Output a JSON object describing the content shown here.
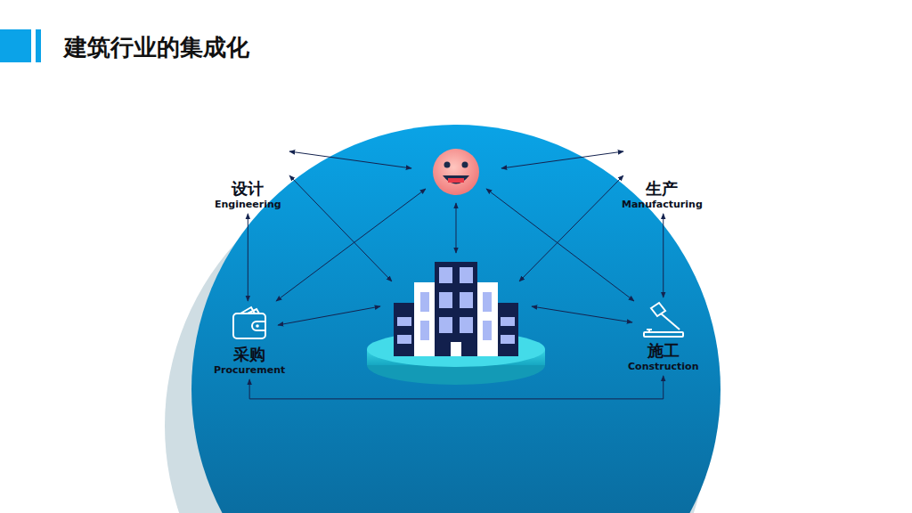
{
  "diagram": {
    "title": "建筑行业的集成化",
    "nodes": [
      {
        "text": [
          "设计",
          "Engineering"
        ]
      },
      {
        "text": [
          "生产",
          "Manufacturing"
        ]
      },
      {
        "text": [
          "采购",
          "Procurement"
        ]
      },
      {
        "text": [
          "施工",
          "Construction"
        ]
      }
    ],
    "edges": [
      {
        "from": 0,
        "to": 2,
        "arrow": "both"
      },
      {
        "from": 1,
        "to": 3,
        "arrow": "both"
      },
      {
        "from": 2,
        "to": 3,
        "arrow": "both"
      }
    ]
  }
}
